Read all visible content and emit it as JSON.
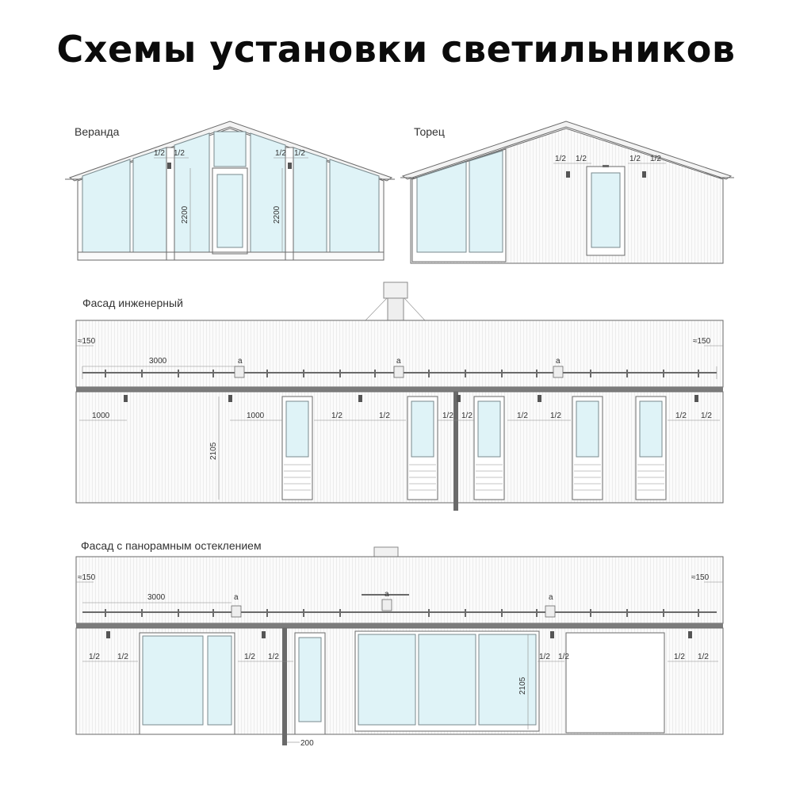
{
  "title": "Схемы установки светильников",
  "sections": {
    "veranda": "Веранда",
    "gable": "Торец",
    "facade_eng": "Фасад инженерный",
    "facade_pano": "Фасад с панорамным остеклением"
  },
  "dims": {
    "half": "1/2",
    "h2200": "2200",
    "h2105": "2105",
    "d150": "≈150",
    "d3000": "3000",
    "d1000": "1000",
    "a": "a",
    "d200": "200"
  },
  "colors": {
    "glass": "#dff3f7",
    "title": "#0b0b0b",
    "lines": "#6a6a6a",
    "lamp": "#555555"
  }
}
